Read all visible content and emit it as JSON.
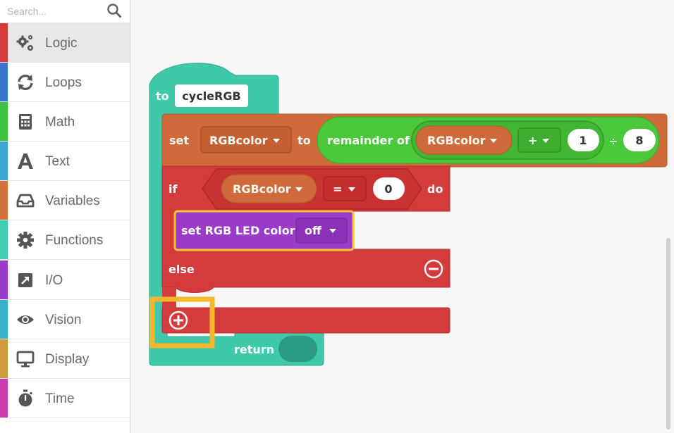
{
  "search": {
    "placeholder": "Search..."
  },
  "sidebar": {
    "items": [
      {
        "label": "Logic",
        "icon": "gears-icon",
        "color": "#d43b3b",
        "selected": true
      },
      {
        "label": "Loops",
        "icon": "loop-arrows-icon",
        "color": "#3b72c9"
      },
      {
        "label": "Math",
        "icon": "calculator-icon",
        "color": "#3fc23f"
      },
      {
        "label": "Text",
        "icon": "letter-a-icon",
        "color": "#3ea5d2"
      },
      {
        "label": "Variables",
        "icon": "inbox-icon",
        "color": "#d0703a"
      },
      {
        "label": "Functions",
        "icon": "gear-icon",
        "color": "#3ecfb3"
      },
      {
        "label": "I/O",
        "icon": "external-arrow-icon",
        "color": "#9b3bc9"
      },
      {
        "label": "Vision",
        "icon": "eye-icon",
        "color": "#3ab0cf"
      },
      {
        "label": "Display",
        "icon": "monitor-icon",
        "color": "#cf9a3a"
      },
      {
        "label": "Time",
        "icon": "stopwatch-icon",
        "color": "#c93bb0"
      }
    ]
  },
  "blocks": {
    "function": {
      "to_label": "to",
      "name": "cycleRGB",
      "return_label": "return",
      "color": "#3ec9aa"
    },
    "set": {
      "set_label": "set",
      "variable": "RGBcolor",
      "to_label": "to",
      "color": "#cf6a3a",
      "remainder_label": "remainder of",
      "math_color": "#4bc73a",
      "operand_variable": "RGBcolor",
      "operator": "+",
      "operand_number": "1",
      "divide_symbol": "÷",
      "divisor": "8"
    },
    "if": {
      "if_label": "if",
      "do_label": "do",
      "else_label": "else",
      "color": "#d43b3b",
      "compare_variable": "RGBcolor",
      "compare_operator": "=",
      "compare_value": "0"
    },
    "led": {
      "label": "set RGB LED color",
      "value": "off",
      "color": "#9b3bc9",
      "highlight": "#f7c531"
    }
  },
  "colors": {
    "highlight_box": "#f6b82a"
  }
}
